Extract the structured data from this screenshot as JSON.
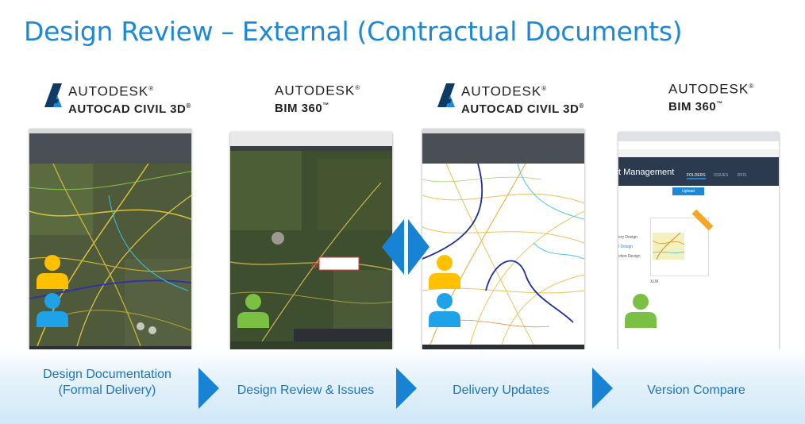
{
  "slide": {
    "title": "Design Review – External (Contractual Documents)"
  },
  "logos": [
    {
      "brand": "AUTODESK",
      "mark": "®",
      "product": "AUTOCAD",
      "product2": "CIVIL 3D",
      "pmark": "®"
    },
    {
      "brand": "AUTODESK",
      "mark": "®",
      "product": "BIM 360",
      "pmark": "™"
    },
    {
      "brand": "AUTODESK",
      "mark": "®",
      "product": "AUTOCAD",
      "product2": "CIVIL 3D",
      "pmark": "®"
    },
    {
      "brand": "AUTODESK",
      "mark": "®",
      "product": "BIM 360",
      "pmark": "™"
    }
  ],
  "stages": [
    {
      "line1": "Design Documentation",
      "line2": "(Formal Delivery)"
    },
    {
      "line1": "Design Review & Issues"
    },
    {
      "line1": "Delivery Updates"
    },
    {
      "line1": "Version Compare"
    }
  ],
  "bim_ui": {
    "header": "t Management",
    "tabs": [
      "FOLDERS",
      "ISSUES",
      "RFIS"
    ],
    "upload": "Upload",
    "sidebar": [
      "ery Design",
      "l Design",
      "ction Design"
    ],
    "file_label": "XLM"
  },
  "colors": {
    "title": "#1e88d6",
    "stage_text": "#1d75b8",
    "chevron": "#1883d2",
    "person_yellow": "#ffc000",
    "person_blue": "#1fa2e8",
    "person_green": "#7ac143"
  },
  "icons": [
    "autodesk-a-icon",
    "person-icon",
    "chevron-right-icon",
    "double-arrow-icon"
  ]
}
